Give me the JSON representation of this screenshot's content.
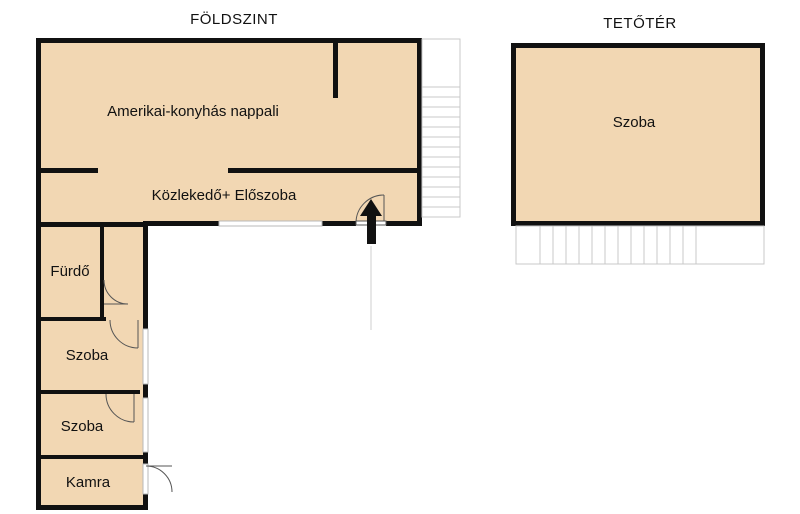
{
  "floors": {
    "ground": "FÖLDSZINT",
    "attic": "TETŐTÉR"
  },
  "rooms": {
    "living": "Amerikai-konyhás nappali",
    "hall": "Közlekedő+ Előszoba",
    "bath": "Fürdő",
    "room1": "Szoba",
    "room2": "Szoba",
    "pantry": "Kamra",
    "attic_room": "Szoba"
  },
  "colors": {
    "floor_fill": "#f2d7b3",
    "wall": "#111111",
    "stairs": "#ffffff"
  },
  "icons": {
    "entrance": "entrance-arrow-icon"
  }
}
